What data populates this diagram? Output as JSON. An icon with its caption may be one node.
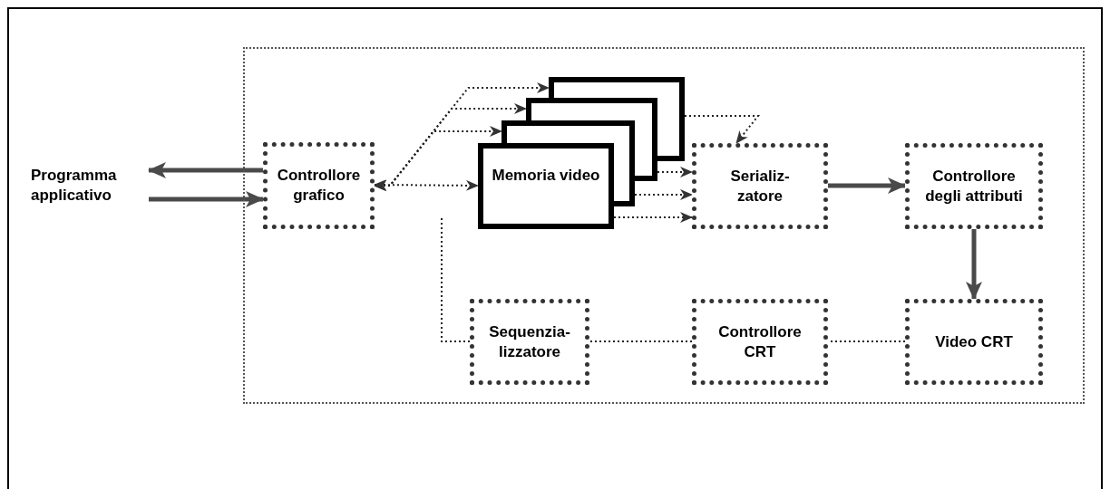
{
  "diagram": {
    "nodes": [
      {
        "text": [],
        "shape": "box"
      },
      {
        "text": [
          "Programma applicativo"
        ]
      },
      {
        "text": [
          "Controllore grafico"
        ],
        "in": 0
      },
      {
        "text": [
          "Memoria video"
        ],
        "in": 0
      },
      {
        "text": [
          "Serializ- zatore"
        ],
        "in": 0
      },
      {
        "text": [
          "Controllore degli attributi"
        ],
        "in": 0
      },
      {
        "text": [
          "Video CRT"
        ],
        "in": 0
      },
      {
        "text": [
          "Sequenzia- lizzatore"
        ],
        "in": 0
      },
      {
        "text": [
          "Controllore CRT"
        ],
        "in": 0
      }
    ],
    "edges": [
      {
        "from": 2,
        "to": 1,
        "arrow": "to",
        "style": "thick"
      },
      {
        "from": 1,
        "to": 2,
        "arrow": "to",
        "style": "thick"
      },
      {
        "from": 2,
        "to": 3,
        "arrow": "both",
        "style": "dashed"
      },
      {
        "from": 2,
        "to": 3,
        "arrow": "both",
        "style": "dashed"
      },
      {
        "from": 2,
        "to": 3,
        "arrow": "both",
        "style": "dashed"
      },
      {
        "from": 2,
        "to": 3,
        "arrow": "both",
        "style": "dashed"
      },
      {
        "from": 3,
        "to": 4,
        "arrow": "to",
        "style": "dashed"
      },
      {
        "from": 3,
        "to": 4,
        "arrow": "to",
        "style": "dashed"
      },
      {
        "from": 3,
        "to": 4,
        "arrow": "to",
        "style": "dashed"
      },
      {
        "from": 3,
        "to": 4,
        "arrow": "to",
        "style": "dashed"
      },
      {
        "from": 4,
        "to": 5,
        "arrow": "to",
        "style": "thick"
      },
      {
        "from": 5,
        "to": 6,
        "arrow": "to",
        "style": "thick"
      },
      {
        "from": 6,
        "to": 8,
        "arrow": "none",
        "style": "dashed"
      },
      {
        "from": 8,
        "to": 7,
        "arrow": "none",
        "style": "dashed"
      },
      {
        "from": 7,
        "to": null,
        "arrow": "none",
        "style": "dashed"
      }
    ]
  }
}
